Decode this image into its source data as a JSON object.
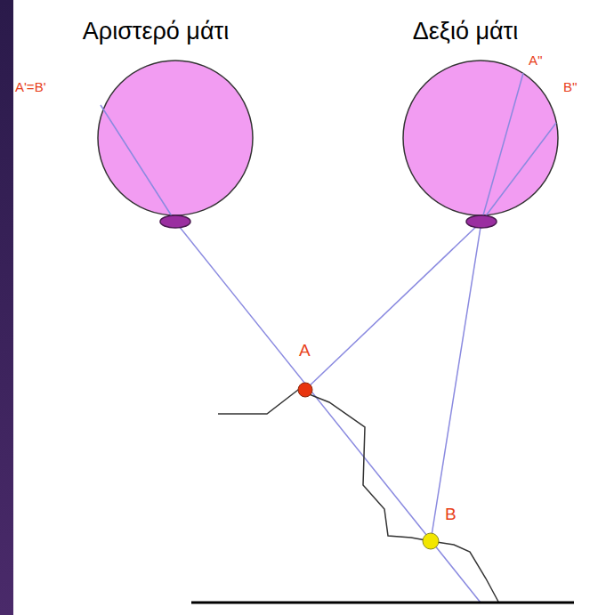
{
  "diagram": {
    "nodes": [
      {
        "text": [
          "Αριστερό μάτι"
        ]
      },
      {
        "text": [
          "Δεξιό μάτι"
        ]
      }
    ],
    "labels": [
      "A'=B'",
      "A''",
      "B''",
      "A",
      "B"
    ]
  }
}
